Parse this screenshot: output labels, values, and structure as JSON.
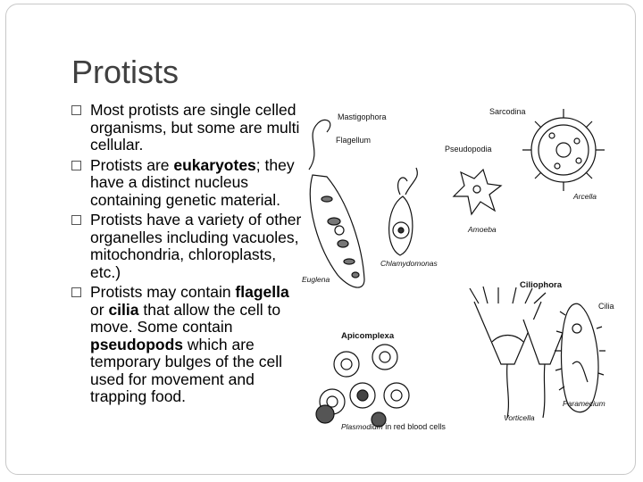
{
  "slide": {
    "title": "Protists",
    "bullets": [
      {
        "parts": [
          "Most protists are single celled organisms, but some are multi cellular."
        ],
        "bold": []
      },
      {
        "pre": "Protists are ",
        "b1": "eukaryotes",
        "post": "; they have a distinct nucleus containing genetic material."
      },
      {
        "text": "Protists have a variety of other organelles including vacuoles, mitochondria, chloroplasts, etc.)"
      },
      {
        "pre": "Protists may contain ",
        "b1": "flagella",
        "mid1": " or ",
        "b2": "cilia",
        "mid2": " that allow the cell to move. Some contain ",
        "b3": "pseudopods",
        "post": " which are temporary bulges of the cell used for movement and trapping food."
      }
    ]
  },
  "figure": {
    "labels": {
      "mastigophora": "Mastigophora",
      "flagellum": "Flagellum",
      "sarcodina": "Sarcodina",
      "pseudopodia": "Pseudopodia",
      "arcella": "Arcella",
      "amoeba": "Amoeba",
      "chlamydomonas": "Chlamydomonas",
      "euglena": "Euglena",
      "ciliophora": "Ciliophora",
      "cilia": "Cilia",
      "apicomplexa": "Apicomplexa",
      "vorticella": "Vorticella",
      "paramecium": "Paramecium",
      "plasmodium": "Plasmodium",
      "plasmodium_rest": " in red blood cells"
    }
  }
}
